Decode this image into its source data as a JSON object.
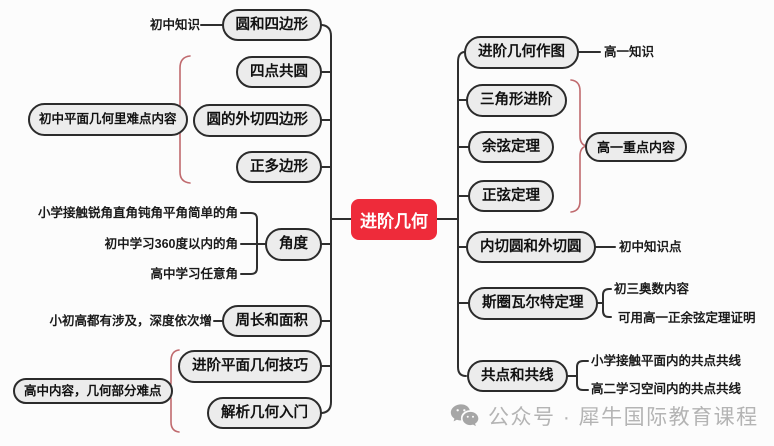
{
  "colors": {
    "background": "#fcfcfc",
    "node_fill": "#ececec",
    "node_border": "#2b2b2b",
    "center_bg": "#ee2b3a",
    "center_text": "#ffffff",
    "connector_line": "#2f2f2f",
    "brace": "#c06a6e",
    "watermark": "#b4b4b4"
  },
  "center_node": {
    "label": "进阶几何"
  },
  "left_branch": {
    "nodes": [
      {
        "label": "圆和四边形"
      },
      {
        "label": "四点共圆"
      },
      {
        "label": "圆的外切四边形"
      },
      {
        "label": "正多边形"
      },
      {
        "label": "角度"
      },
      {
        "label": "周长和面积"
      },
      {
        "label": "进阶平面几何技巧"
      },
      {
        "label": "解析几何入门"
      }
    ],
    "group_labels": [
      {
        "label": "初中平面几何里难点内容"
      },
      {
        "label": "高中内容，几何部分难点"
      }
    ],
    "annotations": [
      {
        "label": "初中知识"
      },
      {
        "label": "小学接触锐角直角钝角平角简单的角"
      },
      {
        "label": "初中学习360度以内的角"
      },
      {
        "label": "高中学习任意角"
      },
      {
        "label": "小初高都有涉及，深度依次增"
      }
    ]
  },
  "right_branch": {
    "nodes": [
      {
        "label": "进阶几何作图"
      },
      {
        "label": "三角形进阶"
      },
      {
        "label": "余弦定理"
      },
      {
        "label": "正弦定理"
      },
      {
        "label": "内切圆和外切圆"
      },
      {
        "label": "斯圈瓦尔特定理"
      },
      {
        "label": "共点和共线"
      }
    ],
    "group_labels": [
      {
        "label": "高一重点内容"
      }
    ],
    "annotations": [
      {
        "label": "高一知识"
      },
      {
        "label": "初中知识点"
      },
      {
        "label": "初三奥数内容"
      },
      {
        "label": "可用高一正余弦定理证明"
      },
      {
        "label": "小学接触平面内的共点共线"
      },
      {
        "label": "高二学习空间内的共点共线"
      }
    ]
  },
  "watermark": {
    "icon": "wechat-icon",
    "text": "公众号 · 犀牛国际教育课程"
  }
}
